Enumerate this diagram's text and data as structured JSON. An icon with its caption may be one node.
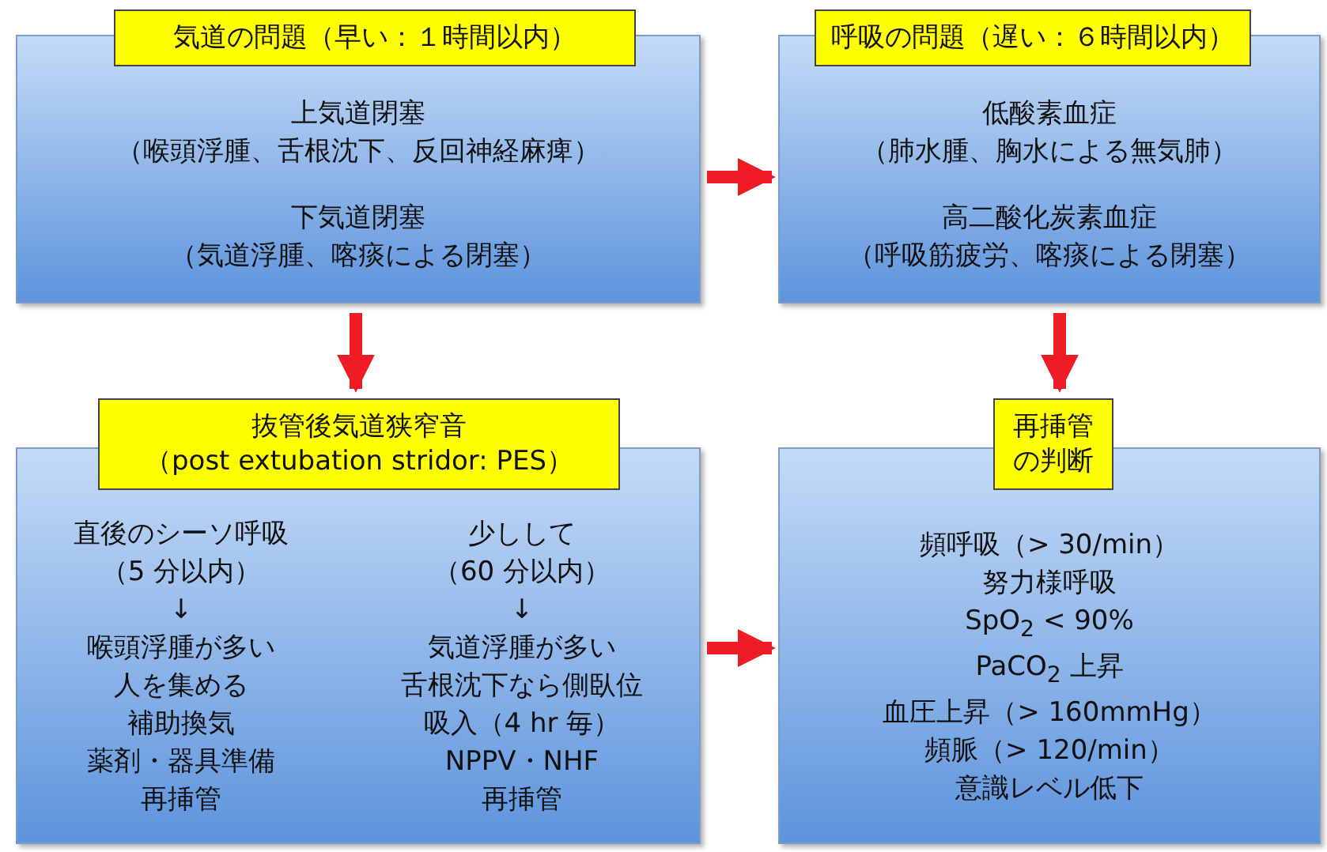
{
  "diagram": {
    "nodes": [
      {
        "text": [
          "気道の問題（早い：１時間以内）",
          "上気道閉塞",
          "（喉頭浮腫、舌根沈下、反回神経麻痺）",
          "下気道閉塞",
          "（気道浮腫、喀痰による閉塞）"
        ]
      },
      {
        "text": [
          "呼吸の問題（遅い：６時間以内）",
          "低酸素血症",
          "（肺水腫、胸水による無気肺）",
          "高二酸化炭素血症",
          "（呼吸筋疲労、喀痰による閉塞）"
        ]
      },
      {
        "text": [
          "抜管後気道狭窄音",
          "（post extubation stridor: PES）",
          "直後のシーソ呼吸",
          "（5 分以内）",
          "↓",
          "喉頭浮腫が多い",
          "人を集める",
          "補助換気",
          "薬剤・器具準備",
          "再挿管",
          "少しして",
          "（60 分以内）",
          "↓",
          "気道浮腫が多い",
          "舌根沈下なら側臥位",
          "吸入（4 hr 毎）",
          "NPPV・NHF",
          "再挿管"
        ]
      },
      {
        "text": [
          "再挿管の判断",
          "頻呼吸（> 30/min）",
          "努力様呼吸",
          "SpO$_{2}$ < 90%",
          "PaCO$_{2}$ 上昇",
          "血圧上昇（> 160mmHg）",
          "頻脈（> 120/min）",
          "意識レベル低下"
        ]
      }
    ],
    "edges": [
      {
        "from": 0,
        "to": 1,
        "arrow": "to"
      },
      {
        "from": 0,
        "to": 2,
        "arrow": "to"
      },
      {
        "from": 1,
        "to": 3,
        "arrow": "to"
      },
      {
        "from": 2,
        "to": 3,
        "arrow": "to"
      }
    ]
  }
}
